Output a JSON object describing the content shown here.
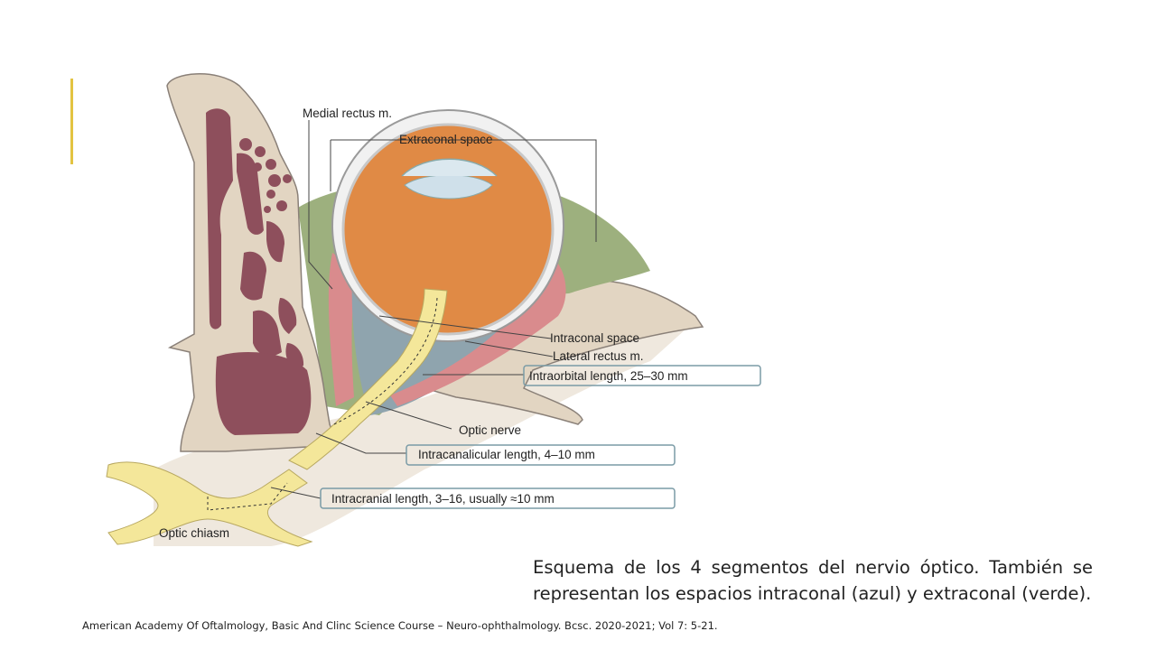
{
  "figure": {
    "labels": {
      "medial_rectus": "Medial rectus m.",
      "extraconal_space": "Extraconal space",
      "intraconal_space": "Intraconal space",
      "lateral_rectus": "Lateral rectus m.",
      "intraorbital_length": "Intraorbital length, 25–30 mm",
      "optic_nerve": "Optic nerve",
      "intracanalicular_length": "Intracanalicular length, 4–10 mm",
      "intracranial_length": "Intracranial length, 3–16, usually ≈10 mm",
      "optic_chiasm": "Optic chiasm"
    },
    "colors": {
      "bone": "#e2d5c2",
      "marrow": "#8e4f5c",
      "muscle": "#d98b8d",
      "intraconal_fat": "#8fa4ae",
      "extraconal_fat": "#9db07e",
      "globe": "#e08a45",
      "nerve": "#f4e79a",
      "callout_border": "#7a9ba6"
    }
  },
  "caption": "Esquema de los 4 segmentos del nervio óptico. También se representan los espacios intraconal (azul) y extraconal (verde).",
  "reference": "American Academy Of Oftalmology, Basic And Clinc Science Course – Neuro-ophthalmology. Bcsc. 2020-2021; Vol 7: 5-21."
}
